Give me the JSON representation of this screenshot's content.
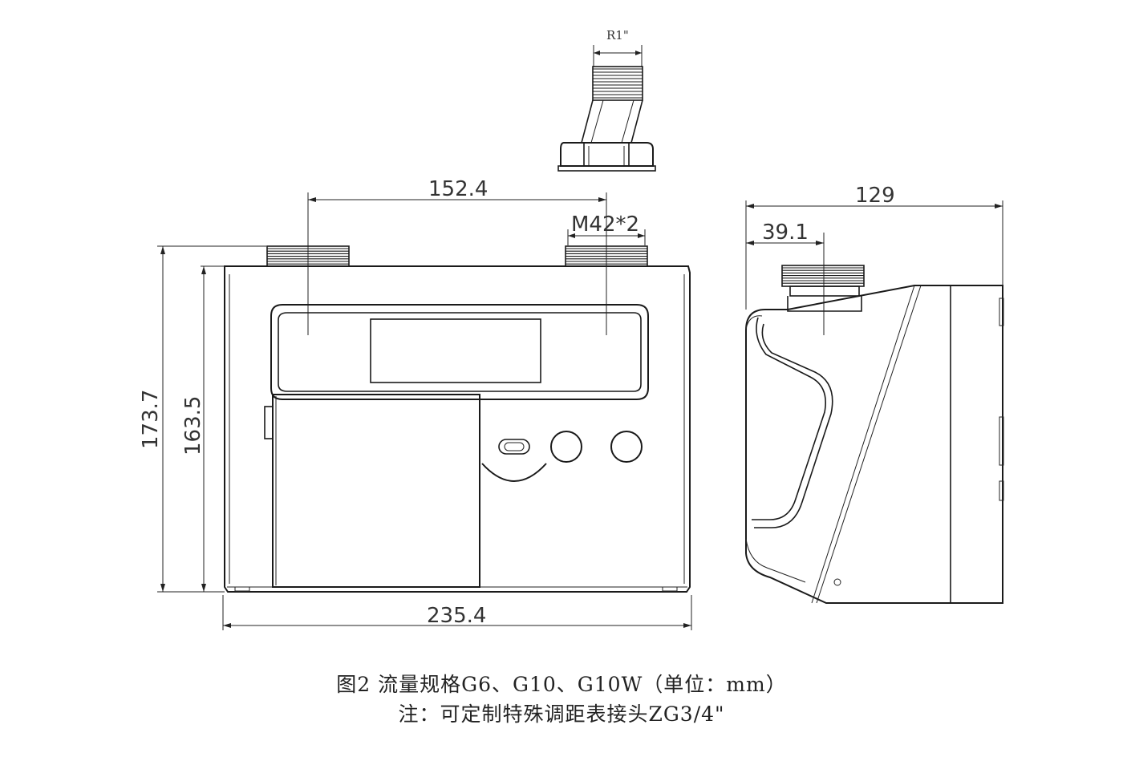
{
  "fitting_label": "R1\"",
  "dimensions": {
    "port_spacing": "152.4",
    "port_thread": "M42*2",
    "total_height": "173.7",
    "body_height": "163.5",
    "total_width": "235.4",
    "side_depth": "129",
    "side_port_offset": "39.1"
  },
  "caption": {
    "line1": "图2 流量规格G6、G10、G10W（单位：mm）",
    "line2": "注：可定制特殊调距表接头ZG3/4\""
  }
}
